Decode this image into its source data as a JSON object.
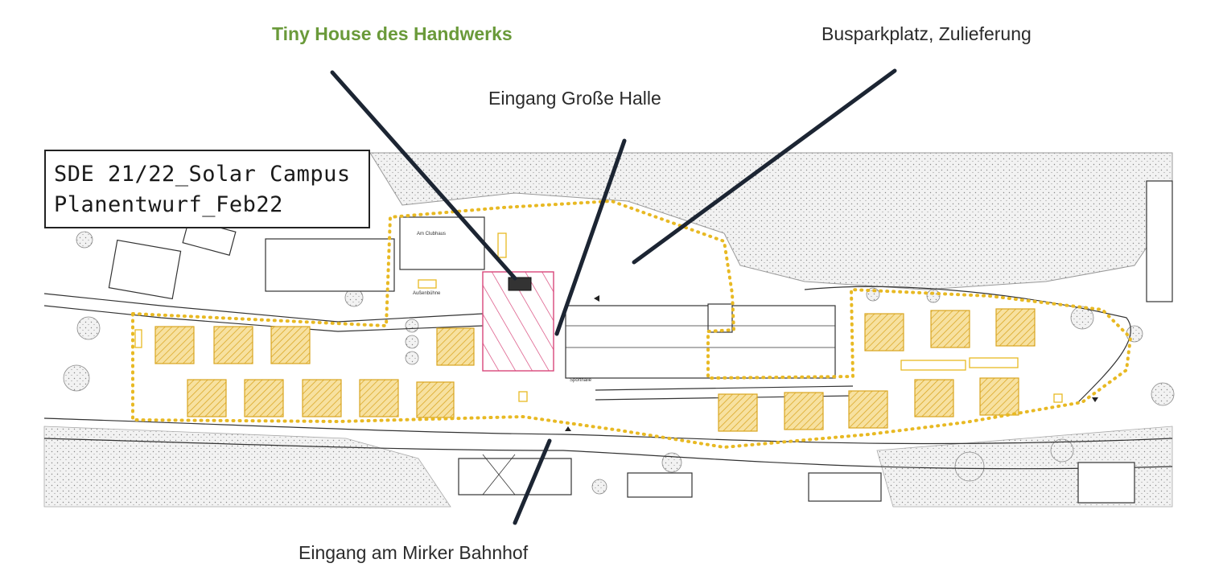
{
  "title_box": {
    "line1": "SDE 21/22_Solar Campus",
    "line2": "Planentwurf_Feb22"
  },
  "callouts": {
    "tiny_house": "Tiny House des Handwerks",
    "busparkplatz": "Busparkplatz, Zulieferung",
    "eingang_halle": "Eingang Große Halle",
    "eingang_bahnhof": "Eingang am Mirker Bahnhof"
  },
  "map_labels": {
    "buehne": "Außenbühne",
    "halle": "Sporthalle",
    "bahnhof": "Am Clubhaus"
  },
  "colors": {
    "callout_green": "#6a9a3a",
    "callout_text": "#2b2b2b",
    "solar_house_fill": "#f5d98a",
    "solar_house_stroke": "#d9a520",
    "boundary_dots": "#e8b923",
    "tiny_house_zone": "#d8467a",
    "pointer_line": "#1c2533"
  }
}
